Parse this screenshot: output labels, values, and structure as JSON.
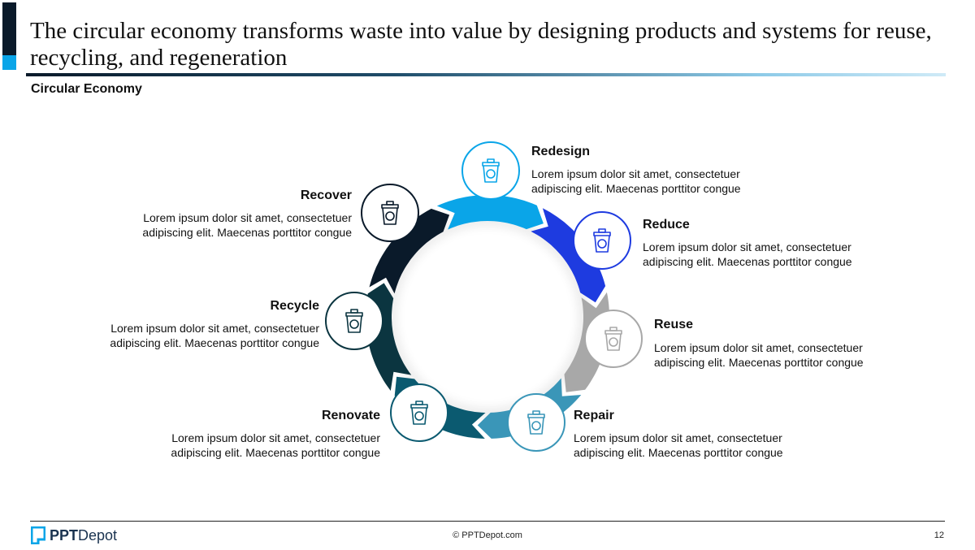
{
  "header": {
    "title": "The circular economy transforms waste into value by designing products and systems for reuse, recycling, and regeneration",
    "subtitle": "Circular Economy"
  },
  "stages": [
    {
      "name": "Redesign",
      "text": "Lorem ipsum dolor sit amet, consectetuer adipiscing elit. Maecenas porttitor congue",
      "color": "#0aa5e8",
      "icon": "recycle-bin-icon"
    },
    {
      "name": "Reduce",
      "text": "Lorem ipsum dolor sit amet, consectetuer adipiscing elit. Maecenas porttitor congue",
      "color": "#1e3be0",
      "icon": "reduce-bin-icon"
    },
    {
      "name": "Reuse",
      "text": "Lorem ipsum dolor sit amet, consectetuer adipiscing elit. Maecenas porttitor congue",
      "color": "#a8a8a8",
      "icon": "reuse-bin-icon"
    },
    {
      "name": "Repair",
      "text": "Lorem ipsum dolor sit amet, consectetuer adipiscing elit. Maecenas porttitor congue",
      "color": "#3a96b8",
      "icon": "repair-bin-icon"
    },
    {
      "name": "Renovate",
      "text": "Lorem ipsum dolor sit amet, consectetuer adipiscing elit. Maecenas porttitor congue",
      "color": "#0b5a70",
      "icon": "renovate-bin-icon"
    },
    {
      "name": "Recycle",
      "text": "Lorem ipsum dolor sit amet, consectetuer adipiscing elit. Maecenas porttitor congue",
      "color": "#0b3540",
      "icon": "recycle-leaf-icon"
    },
    {
      "name": "Recover",
      "text": "Lorem ipsum dolor sit amet, consectetuer adipiscing elit. Maecenas porttitor congue",
      "color": "#0a1a2a",
      "icon": "recover-bin-icon"
    }
  ],
  "footer": {
    "logo_a": "PPT",
    "logo_b": "Depot",
    "copyright": "© PPTDepot.com",
    "page": "12"
  }
}
